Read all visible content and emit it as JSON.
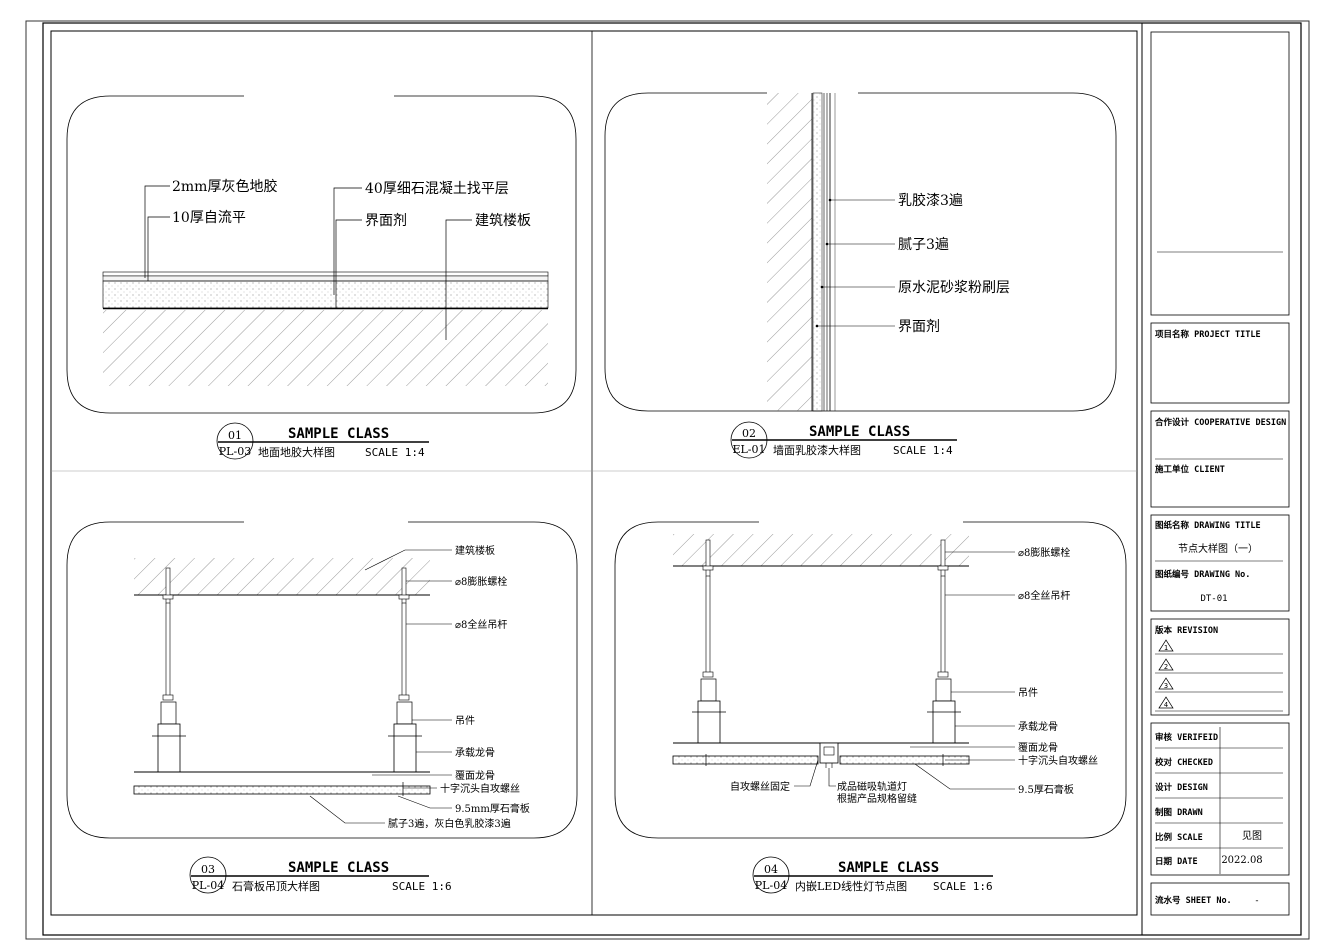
{
  "detail_01": {
    "labels": [
      "2mm厚灰色地胶",
      "10厚自流平",
      "40厚细石混凝土找平层",
      "界面剂",
      "建筑楼板"
    ],
    "number": "01",
    "code": "PL-03",
    "class_title": "SAMPLE CLASS",
    "name": "地面地胶大样图",
    "scale": "SCALE 1:4"
  },
  "detail_02": {
    "labels": [
      "乳胶漆3遍",
      "腻子3遍",
      "原水泥砂浆粉刷层",
      "界面剂"
    ],
    "number": "02",
    "code": "EL-01",
    "class_title": "SAMPLE CLASS",
    "name": "墙面乳胶漆大样图",
    "scale": "SCALE 1:4"
  },
  "detail_03": {
    "labels": [
      "建筑楼板",
      "⌀8膨胀螺栓",
      "⌀8全丝吊杆",
      "吊件",
      "承载龙骨",
      "覆面龙骨",
      "十字沉头自攻螺丝",
      "9.5mm厚石膏板",
      "腻子3遍，灰白色乳胶漆3遍"
    ],
    "number": "03",
    "code": "PL-04",
    "class_title": "SAMPLE CLASS",
    "name": "石膏板吊顶大样图",
    "scale": "SCALE 1:6"
  },
  "detail_04": {
    "labels": [
      "⌀8膨胀螺栓",
      "⌀8全丝吊杆",
      "吊件",
      "承载龙骨",
      "覆面龙骨",
      "十字沉头自攻螺丝",
      "9.5厚石膏板",
      "自攻螺丝固定",
      "成品磁吸轨道灯",
      "根据产品规格留缝"
    ],
    "number": "04",
    "code": "PL-04",
    "class_title": "SAMPLE CLASS",
    "name": "内嵌LED线性灯节点图",
    "scale": "SCALE 1:6"
  },
  "title_block": {
    "project_title": "项目名称 PROJECT TITLE",
    "cooperative_design": "合作设计 COOPERATIVE DESIGN",
    "client": "施工单位 CLIENT",
    "drawing_title_label": "图纸名称 DRAWING TITLE",
    "drawing_title_value": "节点大样图（一）",
    "drawing_no_label": "图纸编号 DRAWING No.",
    "drawing_no_value": "DT-01",
    "revision_label": "版本 REVISION",
    "revisions": [
      "1",
      "2",
      "3",
      "4"
    ],
    "verified": "审核 VERIFEID",
    "checked": "校对 CHECKED",
    "design": "设计 DESIGN",
    "drawn": "制图 DRAWN",
    "scale_label": "比例 SCALE",
    "scale_value": "见图",
    "date_label": "日期 DATE",
    "date_value": "2022.08",
    "sheet_label": "流水号 SHEET No.",
    "sheet_value": "-"
  }
}
